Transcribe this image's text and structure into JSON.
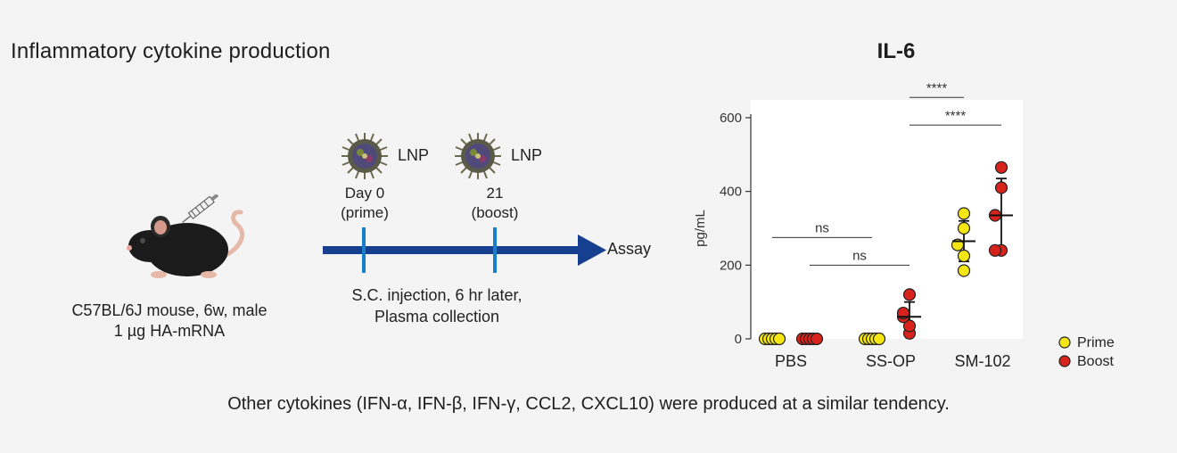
{
  "page": {
    "title": "Inflammatory cytokine production",
    "footer": "Other cytokines (IFN-α, IFN-β, IFN-γ, CCL2, CXCL10) were produced at a similar tendency."
  },
  "schematic": {
    "mouse_caption_line1": "C57BL/6J mouse, 6w, male",
    "mouse_caption_line2": "1 µg HA-mRNA",
    "lnp_label_1": "LNP",
    "lnp_label_2": "LNP",
    "day0_line1": "Day 0",
    "day0_line2": "(prime)",
    "day21_line1": "21",
    "day21_line2": "(boost)",
    "assay": "Assay",
    "injection_line1": "S.C. injection, 6 hr later,",
    "injection_line2": "Plasma collection",
    "arrow_color": "#173f8f",
    "tick_color": "#1a7fc9",
    "mouse_color": "#1b1b1b"
  },
  "chart_data": {
    "type": "scatter",
    "title": "IL-6",
    "ylabel": "pg/mL",
    "ylim": [
      0,
      600
    ],
    "yticks": [
      0,
      200,
      400,
      600
    ],
    "grid": false,
    "legend": "right",
    "categories": [
      "PBS",
      "SS-OP",
      "SM-102"
    ],
    "series": [
      {
        "name": "Prime",
        "color": "#f5e614",
        "points": {
          "PBS": [
            0,
            0,
            0,
            0,
            0
          ],
          "SS-OP": [
            0,
            0,
            0,
            0,
            0
          ],
          "SM-102": [
            185,
            225,
            255,
            300,
            340
          ]
        },
        "mean": {
          "PBS": 0,
          "SS-OP": 0,
          "SM-102": 265
        },
        "sd": {
          "PBS": 0,
          "SS-OP": 0,
          "SM-102": 55
        }
      },
      {
        "name": "Boost",
        "color": "#d8221c",
        "points": {
          "PBS": [
            0,
            0,
            0,
            0,
            0
          ],
          "SS-OP": [
            15,
            35,
            60,
            70,
            120
          ],
          "SM-102": [
            240,
            240,
            335,
            410,
            465
          ]
        },
        "mean": {
          "PBS": 0,
          "SS-OP": 60,
          "SM-102": 335
        },
        "sd": {
          "PBS": 0,
          "SS-OP": 40,
          "SM-102": 100
        }
      }
    ],
    "significance": [
      {
        "label": "****",
        "from": "SS-OP/Boost",
        "to": "SM-102/Prime",
        "y": 655
      },
      {
        "label": "****",
        "from": "SS-OP/Boost",
        "to": "SM-102/Boost",
        "y": 580
      },
      {
        "label": "ns",
        "from": "PBS/Prime",
        "to": "SS-OP/Prime",
        "y": 275
      },
      {
        "label": "ns",
        "from": "PBS/Boost",
        "to": "SS-OP/Boost",
        "y": 200
      }
    ]
  }
}
